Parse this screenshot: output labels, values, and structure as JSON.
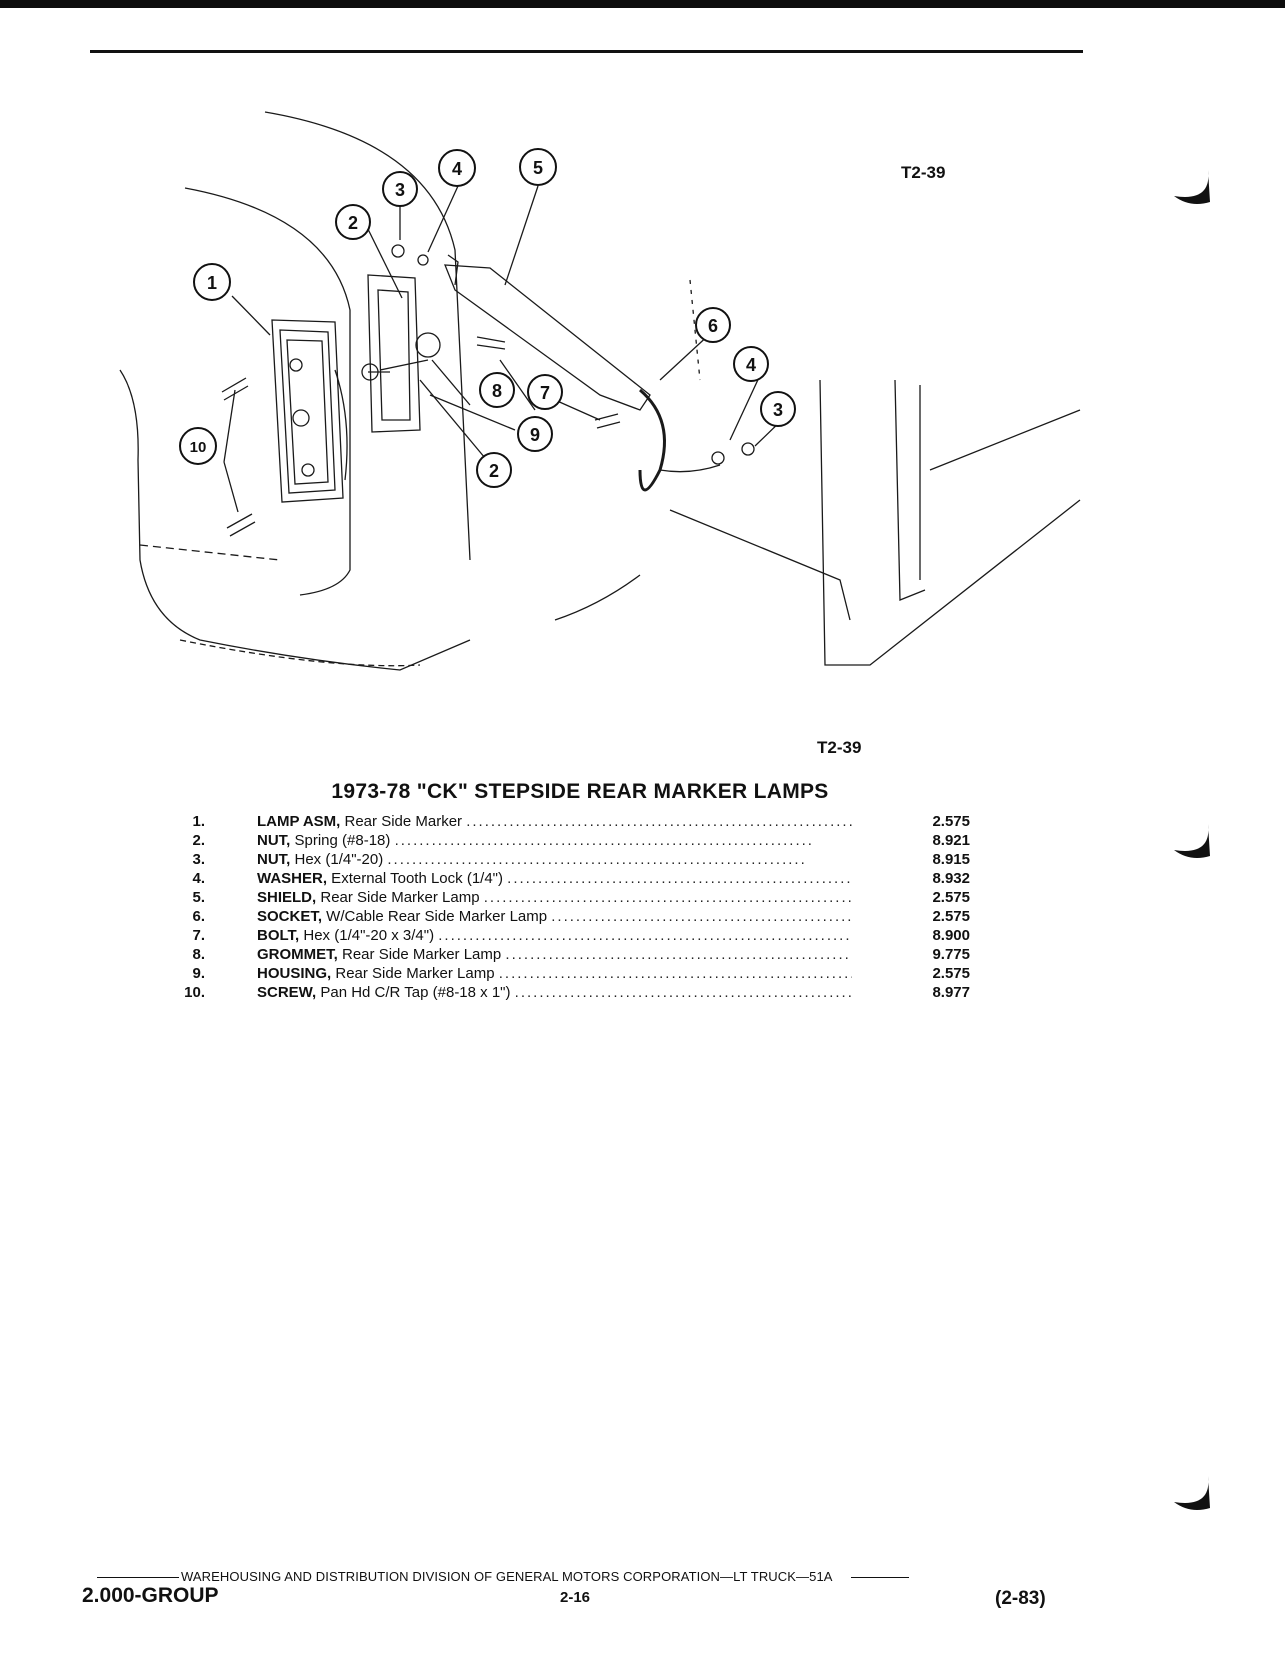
{
  "figure": {
    "label_top": "T2-39",
    "label_bottom": "T2-39",
    "callouts": [
      "1",
      "2",
      "3",
      "4",
      "5",
      "6",
      "7",
      "8",
      "9",
      "10"
    ]
  },
  "title": "1973-78 \"CK\" STEPSIDE REAR MARKER LAMPS",
  "parts": [
    {
      "num": "1.",
      "name": "LAMP ASM,",
      "desc": " Rear Side Marker ",
      "code": "2.575"
    },
    {
      "num": "2.",
      "name": "NUT,",
      "desc": " Spring (#8-18) ",
      "code": "8.921"
    },
    {
      "num": "3.",
      "name": "NUT,",
      "desc": " Hex (1/4\"-20) ",
      "code": "8.915"
    },
    {
      "num": "4.",
      "name": "WASHER,",
      "desc": " External Tooth Lock (1/4\") ",
      "code": "8.932"
    },
    {
      "num": "5.",
      "name": "SHIELD,",
      "desc": " Rear Side Marker Lamp ",
      "code": "2.575"
    },
    {
      "num": "6.",
      "name": "SOCKET,",
      "desc": " W/Cable Rear Side Marker Lamp ",
      "code": "2.575"
    },
    {
      "num": "7.",
      "name": "BOLT,",
      "desc": " Hex (1/4\"-20 x 3/4\") ",
      "code": "8.900"
    },
    {
      "num": "8.",
      "name": "GROMMET,",
      "desc": " Rear Side Marker Lamp ",
      "code": "9.775"
    },
    {
      "num": "9.",
      "name": "HOUSING,",
      "desc": " Rear Side Marker Lamp ",
      "code": "2.575"
    },
    {
      "num": "10.",
      "name": "SCREW,",
      "desc": " Pan Hd C/R Tap (#8-18 x 1\") ",
      "code": "8.977"
    }
  ],
  "footer": {
    "division": "WAREHOUSING AND DISTRIBUTION  DIVISION OF GENERAL MOTORS CORPORATION—LT TRUCK—51A",
    "group": "2.000-GROUP",
    "page": "2-16",
    "date": "(2-83)"
  }
}
